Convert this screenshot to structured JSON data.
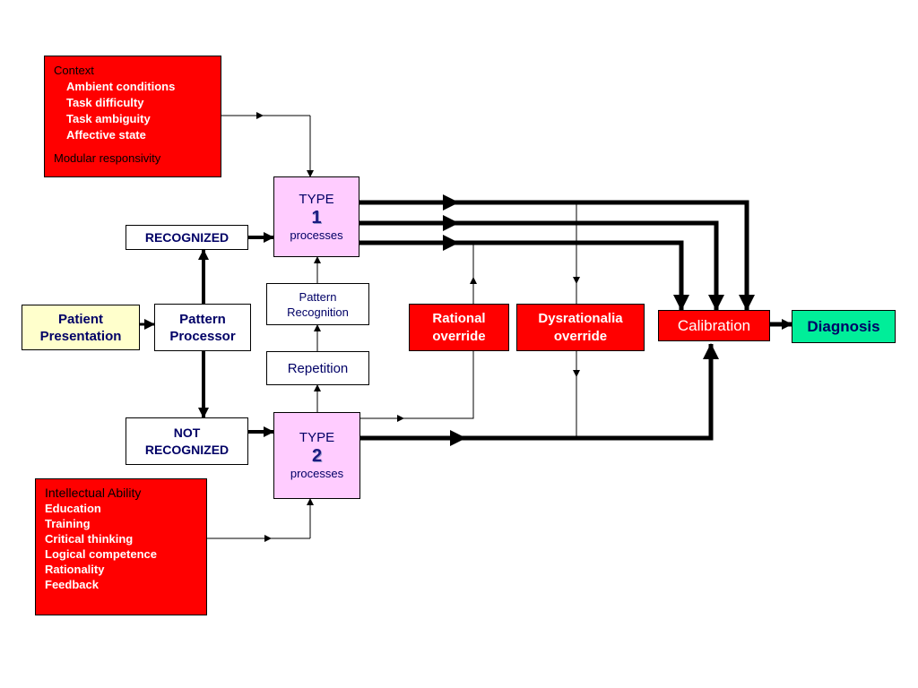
{
  "context": {
    "title": "Context",
    "items": [
      "Ambient conditions",
      "Task difficulty",
      "Task ambiguity",
      "Affective state"
    ],
    "footer": "Modular responsivity"
  },
  "intellectual": {
    "title": "Intellectual Ability",
    "items": [
      "Education",
      "Training",
      "Critical thinking",
      "Logical competence",
      "Rationality",
      "Feedback"
    ]
  },
  "nodes": {
    "patient_presentation": "Patient Presentation",
    "pattern_processor": "Pattern Processor",
    "recognized": "RECOGNIZED",
    "not_recognized": "NOT RECOGNIZED",
    "pattern_recognition": "Pattern Recognition",
    "repetition": "Repetition",
    "type1": {
      "title": "TYPE",
      "number": "1",
      "sub": "processes"
    },
    "type2": {
      "title": "TYPE",
      "number": "2",
      "sub": "processes"
    },
    "rational_override": "Rational override",
    "dysrationalia_override": "Dysrationalia override",
    "calibration": "Calibration",
    "diagnosis": "Diagnosis"
  },
  "colors": {
    "red": "#ff0000",
    "patient_fill": "#ffffcc",
    "type_fill": "#ffccff",
    "diagnosis_fill": "#00ee99",
    "navy_text": "#000066"
  }
}
